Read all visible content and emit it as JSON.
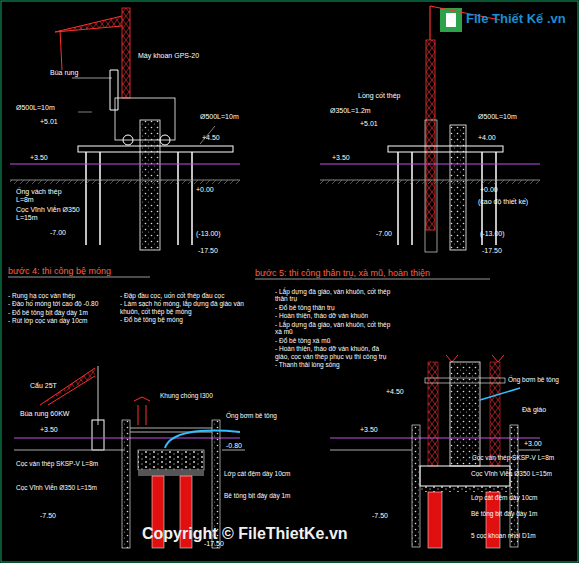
{
  "diagram": {
    "labels": [
      "File Thiết Kế .vn",
      "Máy khoan GPS-20",
      "Búa rung",
      "Ø500L=10m",
      "+5.01",
      "Ø500L=10m",
      "+4.50",
      "+3.50",
      "Ống vách thép L=8m",
      "Cọc Vĩnh Viễn Ø350 L=15m",
      "+0.00",
      "-7.00",
      "(-13.00)",
      "-17.50",
      "Lồng cốt thép",
      "Ø350L=1.2m",
      "+5.01",
      "Ø500L=10m",
      "+4.00",
      "+3.50",
      "+0.00",
      "(cao độ thiết kế)",
      "-7.00",
      "(-13.00)",
      "-17.50",
      "bước 4: thi công bệ móng",
      "bước 5: thi công thân trụ, xà mũ, hoàn thiện",
      "- Rung hạ cọc ván thép",
      "- Đào hố móng tới cao độ -0.80",
      "- Đổ bê tông bịt đáy dày 1m",
      "- Rút lớp cọc ván dày 10cm",
      "- Đập đầu cọc, uốn cốt thép đầu cọc",
      "- Làm sạch hố móng, lắp dựng đà giáo ván khuôn, cốt thép bệ móng",
      "- Đổ bê tông bệ móng",
      "- Lắp dựng đà giáo, ván khuôn, cốt thép thân trụ",
      "- Đổ bê tông thân trụ",
      "- Hoàn thiện, tháo dỡ ván khuôn",
      "- Lắp dựng đà giáo, ván khuôn, cốt thép xà mũ",
      "- Đổ bê tông xà mũ",
      "- Hoàn thiện, tháo dỡ ván khuôn, đà giáo, cọc ván thép phục vụ thi công trụ",
      "- Thanh thải lòng sông",
      "Cẩu 25T",
      "Búa rung 60KW",
      "+3.50",
      "Khung chống I300",
      "Ống bơm bê tông",
      "-0.80",
      "Cọc ván thép SKSP-V L=8m",
      "Cọc Vĩnh Viễn Ø350 L=15m",
      "Lớp cát đệm dày 10cm",
      "Bê tông bịt đáy dày 1m",
      "-7.50",
      "-17.50",
      "+4.50",
      "Đà giáo",
      "Ống bơm bê tông",
      "+3.50",
      "+3.00",
      "Cọc ván thép SKSP-V L=8m",
      "Cọc Vĩnh Viễn Ø350 L=15m",
      "Lớp cát đệm dày 10cm",
      "Bê tông bịt đáy dày 1m",
      "-7.50",
      "5 cọc khoan nhồi D1m",
      "Copyright © FileThietKe.vn"
    ]
  }
}
